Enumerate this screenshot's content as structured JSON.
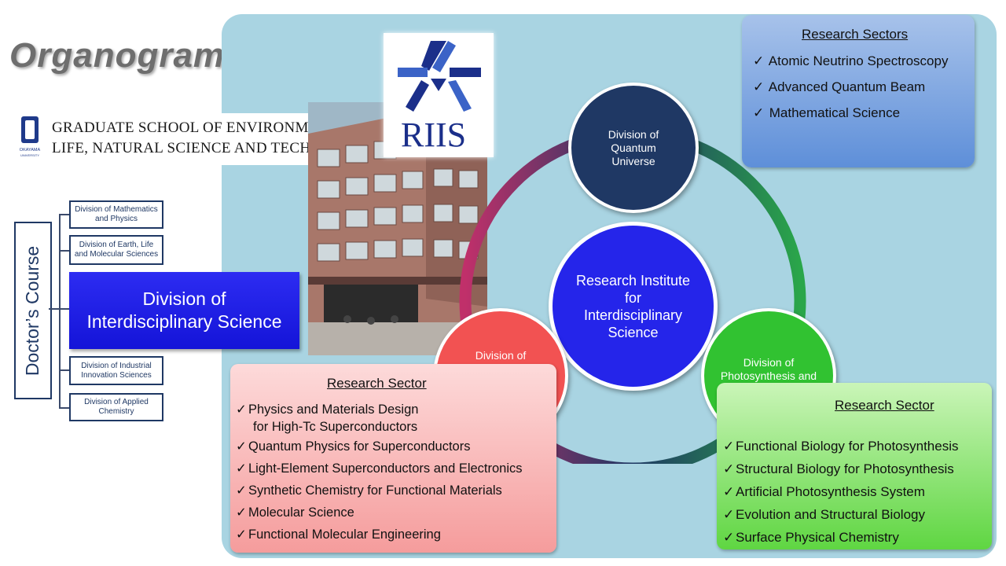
{
  "title": "Organogram",
  "school": {
    "line1": "GRADUATE SCHOOL OF ENVIRONMENTAL,",
    "line2": "LIFE, NATURAL SCIENCE AND TECHNOLOGY",
    "logo_text": "OKAYAMA UNIVERSITY"
  },
  "doctor_course": {
    "label": "Doctor’s Course",
    "divisions_top": [
      "Division of Mathematics and Physics",
      "Division of Earth, Life and Molecular Sciences"
    ],
    "highlight_line1": "Division of",
    "highlight_line2": "Interdisciplinary Science",
    "divisions_bottom": [
      "Division of Industrial Innovation Sciences",
      "Division of Applied Chemistry"
    ]
  },
  "riis": {
    "text": "RIIS"
  },
  "circles": {
    "center": "Research Institute for Interdisciplinary Science",
    "quantum": "Division of Quantum Universe",
    "super": "Division of Superconducting and Functional Materials",
    "photo": "Division of Photosynthesis and Structural Biology"
  },
  "sectors_top": {
    "heading": "Research Sectors",
    "items": [
      "Atomic Neutrino Spectroscopy",
      "Advanced Quantum Beam",
      "Mathematical Science"
    ]
  },
  "sectors_left": {
    "heading": "Research Sector",
    "item0_line1": "Physics and Materials Design",
    "item0_line2": "for High-Tc Superconductors",
    "items": [
      "Quantum Physics for Superconductors",
      "Light-Element Superconductors and Electronics",
      "Synthetic Chemistry for Functional Materials",
      "Molecular Science",
      "Functional Molecular Engineering"
    ]
  },
  "sectors_right": {
    "heading": "Research Sector",
    "items": [
      "Functional Biology for Photosynthesis",
      "Structural Biology for Photosynthesis",
      "Artificial Photosynthesis System",
      "Evolution and Structural Biology",
      "Surface Physical Chemistry"
    ]
  },
  "check": "✓",
  "colors": {
    "panel": "#a9d4e2",
    "quantum": "#1f3864",
    "center": "#2525ea",
    "super": "#f25252",
    "photo": "#31c231"
  }
}
